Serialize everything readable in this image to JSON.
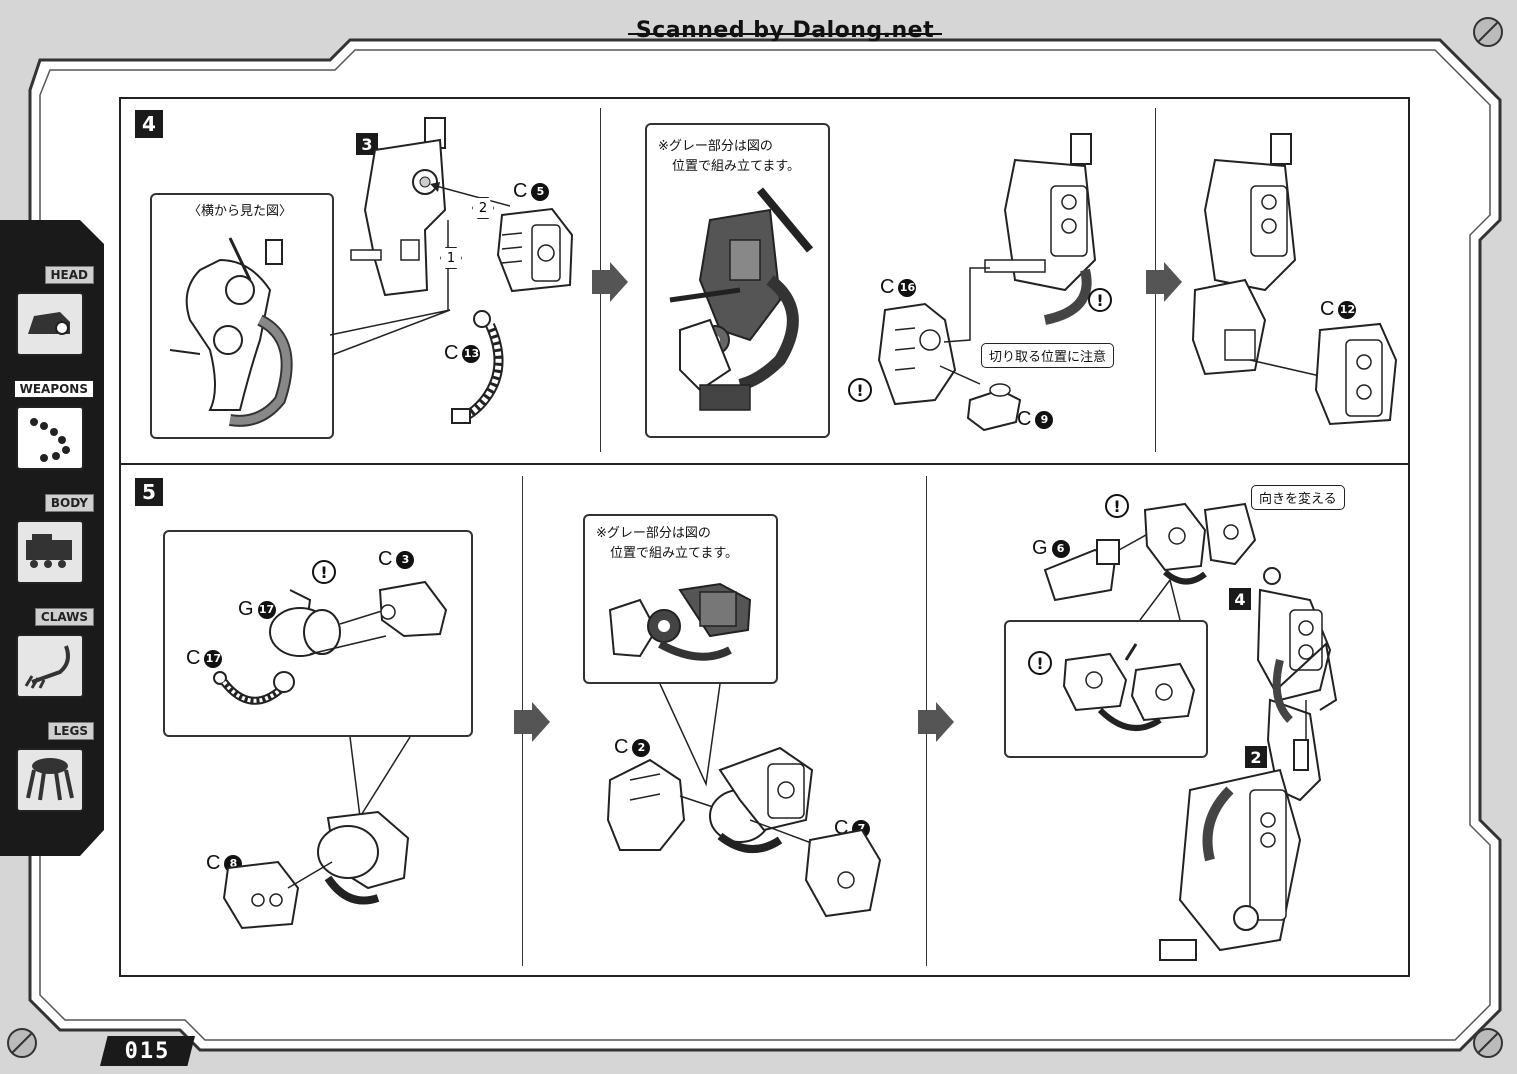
{
  "watermark": "Scanned by Dalong.net",
  "page_number": "015",
  "side_tabs": [
    {
      "label": "HEAD",
      "icon": "head-icon"
    },
    {
      "label": "WEAPONS",
      "icon": "weapons-icon",
      "active": true
    },
    {
      "label": "BODY",
      "icon": "body-icon"
    },
    {
      "label": "CLAWS",
      "icon": "claws-icon"
    },
    {
      "label": "LEGS",
      "icon": "legs-icon"
    }
  ],
  "step4": {
    "badge": "4",
    "sub_badge": "3",
    "side_view_label": "〈横から見た図〉",
    "markers": [
      "2",
      "1"
    ],
    "parts": {
      "c5": {
        "letter": "C",
        "num": "5"
      },
      "c13": {
        "letter": "C",
        "num": "13"
      },
      "c16": {
        "letter": "C",
        "num": "16"
      },
      "c9": {
        "letter": "C",
        "num": "9"
      },
      "c12": {
        "letter": "C",
        "num": "12"
      }
    },
    "gray_note_line1": "※グレー部分は図の",
    "gray_note_line2": "位置で組み立てます。",
    "cut_note": "切り取る位置に注意"
  },
  "step5": {
    "badge": "5",
    "parts": {
      "c3": {
        "letter": "C",
        "num": "3"
      },
      "g17": {
        "letter": "G",
        "num": "17"
      },
      "c17": {
        "letter": "C",
        "num": "17"
      },
      "c8": {
        "letter": "C",
        "num": "8"
      },
      "c2": {
        "letter": "C",
        "num": "2"
      },
      "c7": {
        "letter": "C",
        "num": "7"
      },
      "g6": {
        "letter": "G",
        "num": "6"
      }
    },
    "gray_note_line1": "※グレー部分は図の",
    "gray_note_line2": "位置で組み立てます。",
    "turn_note": "向きを変える",
    "sub_badge_a": "4",
    "sub_badge_b": "2"
  },
  "warning_symbol": "!"
}
